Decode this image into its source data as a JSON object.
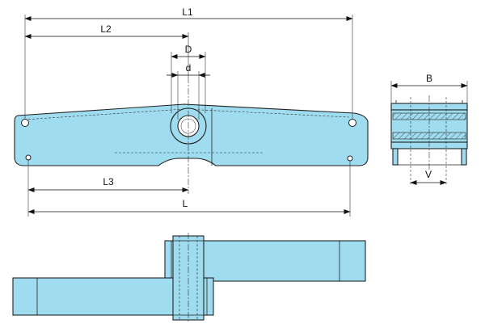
{
  "dimensions": {
    "L1": "L1",
    "L2": "L2",
    "D": "D",
    "d": "d",
    "L3": "L3",
    "L": "L",
    "B": "B",
    "V": "V"
  },
  "colors": {
    "part_fill": "#9fdcf0",
    "outline": "#222222"
  }
}
